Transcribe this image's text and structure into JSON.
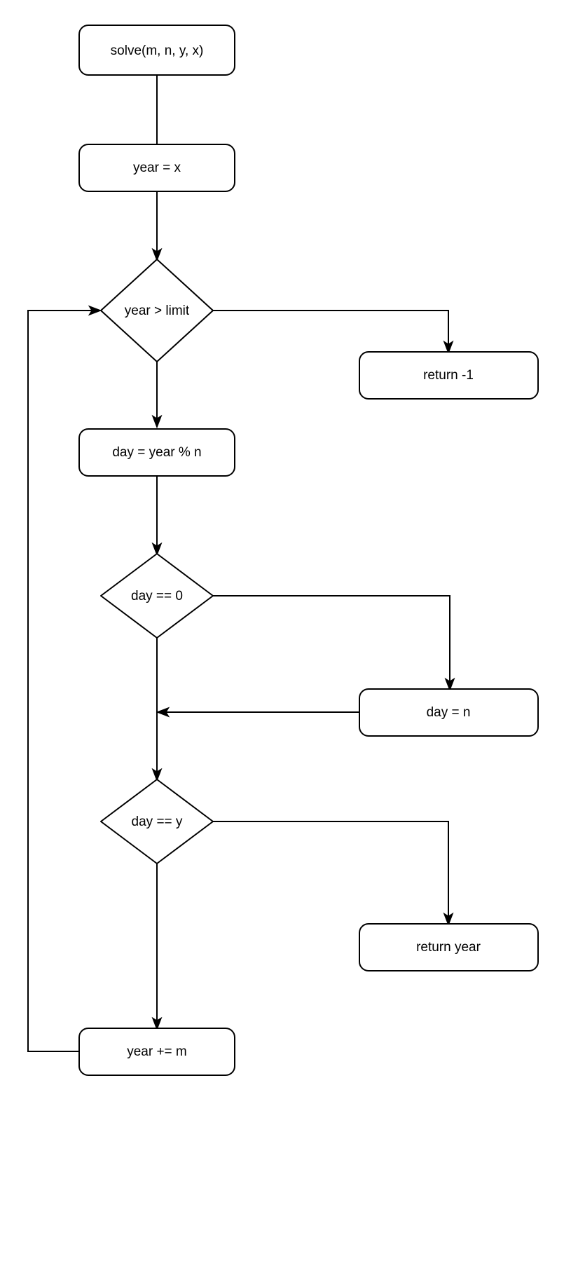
{
  "diagram": {
    "title": "solve flowchart",
    "background_color": "#ffffff",
    "stroke_color": "#000000",
    "text_color": "#000000",
    "nodes": {
      "start": {
        "label": "solve(m, n, y, x)",
        "shape": "rounded-rectangle"
      },
      "init_year": {
        "label": "year = x",
        "shape": "rounded-rectangle"
      },
      "check_limit": {
        "label": "year > limit",
        "shape": "diamond"
      },
      "return_minus_one": {
        "label": "return -1",
        "shape": "rounded-rectangle"
      },
      "compute_day": {
        "label": "day = year % n",
        "shape": "rounded-rectangle"
      },
      "check_day_zero": {
        "label": "day == 0",
        "shape": "diamond"
      },
      "set_day_n": {
        "label": "day = n",
        "shape": "rounded-rectangle"
      },
      "check_day_y": {
        "label": "day == y",
        "shape": "diamond"
      },
      "return_year": {
        "label": "return year",
        "shape": "rounded-rectangle"
      },
      "advance_year": {
        "label": "year += m",
        "shape": "rounded-rectangle"
      }
    },
    "edges": [
      {
        "from": "start",
        "to": "init_year",
        "label": ""
      },
      {
        "from": "init_year",
        "to": "check_limit",
        "label": ""
      },
      {
        "from": "check_limit",
        "to": "return_minus_one",
        "label": ""
      },
      {
        "from": "check_limit",
        "to": "compute_day",
        "label": ""
      },
      {
        "from": "compute_day",
        "to": "check_day_zero",
        "label": ""
      },
      {
        "from": "check_day_zero",
        "to": "set_day_n",
        "label": ""
      },
      {
        "from": "set_day_n",
        "to": "check_day_y",
        "label": ""
      },
      {
        "from": "check_day_zero",
        "to": "check_day_y",
        "label": ""
      },
      {
        "from": "check_day_y",
        "to": "return_year",
        "label": ""
      },
      {
        "from": "check_day_y",
        "to": "advance_year",
        "label": ""
      },
      {
        "from": "advance_year",
        "to": "check_limit",
        "label": ""
      }
    ]
  }
}
